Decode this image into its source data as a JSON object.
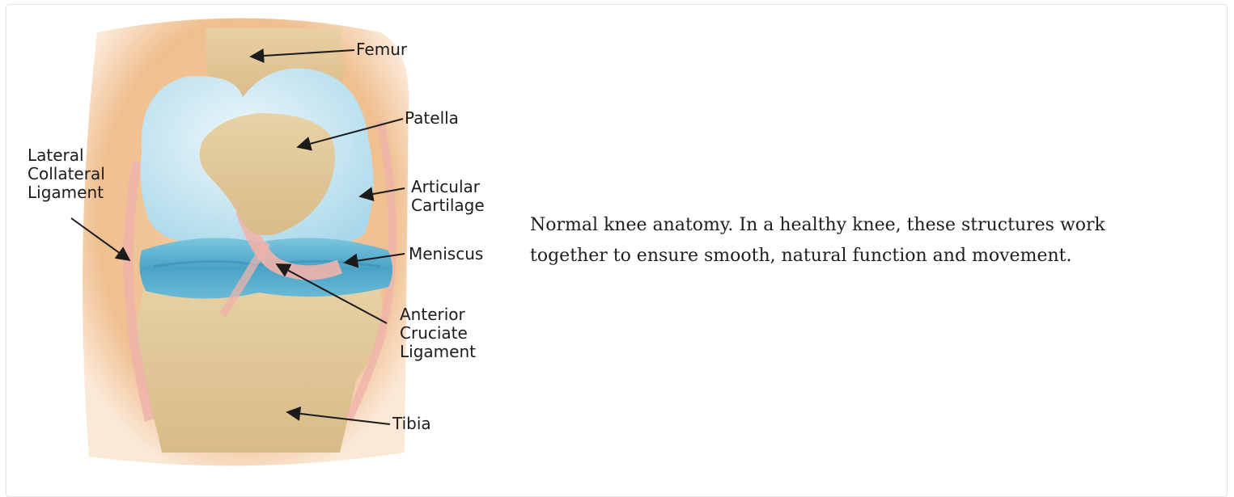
{
  "figure": {
    "labels": {
      "femur": "Femur",
      "patella": "Patella",
      "lateral_collateral_ligament": "Lateral\nCollateral\nLigament",
      "articular_cartilage": "Articular\nCartilage",
      "meniscus": "Meniscus",
      "anterior_cruciate_ligament": "Anterior\nCruciate\nLigament",
      "tibia": "Tibia"
    },
    "colors": {
      "skin": "#f2c79a",
      "bone": "#e2c89a",
      "cartilage": "#c9e6f0",
      "meniscus": "#5fb5d3",
      "ligament": "#f0b7b0"
    }
  },
  "caption": "Normal knee anatomy. In a healthy knee, these structures work together to ensure smooth, natural function and movement."
}
